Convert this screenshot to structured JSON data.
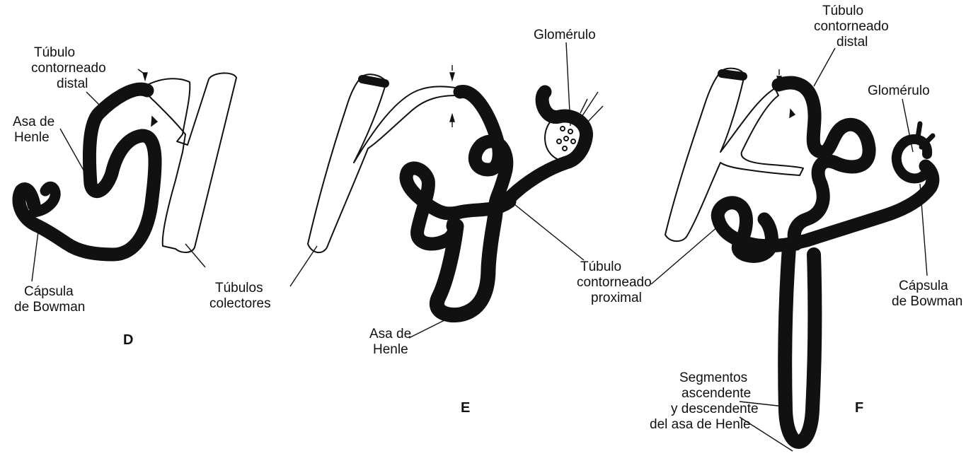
{
  "panel_d": {
    "letter": "D",
    "label_tcd": [
      "Túbulo",
      "contorneado",
      "distal"
    ],
    "label_asa": [
      "Asa de",
      "Henle"
    ],
    "label_capsula": [
      "Cápsula",
      "de Bowman"
    ],
    "label_tubulos": [
      "Túbulos",
      "colectores"
    ]
  },
  "panel_e": {
    "letter": "E",
    "label_glomerulo": "Glomérulo",
    "label_tcp": [
      "Túbulo",
      "contorneado",
      "proximal"
    ],
    "label_asa": [
      "Asa de",
      "Henle"
    ]
  },
  "panel_f": {
    "letter": "F",
    "label_tcd": [
      "Túbulo",
      "contorneado",
      "distal"
    ],
    "label_glomerulo": "Glomérulo",
    "label_capsula": [
      "Cápsula",
      "de Bowman"
    ],
    "label_segmentos": [
      "Segmentos",
      "ascendente",
      "y descendente",
      "del asa de Henle"
    ]
  }
}
